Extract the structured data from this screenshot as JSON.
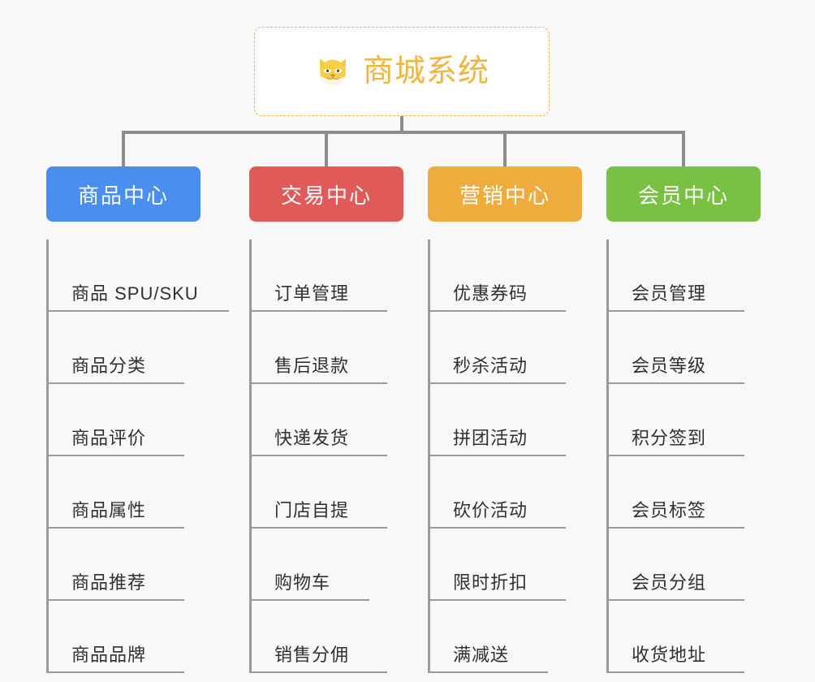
{
  "root": {
    "title": "商城系统",
    "icon": "shiba-dog-face-emoji",
    "border_color": "#e8b84a",
    "text_color": "#f0b53e"
  },
  "connector_color": "#8c8c8c",
  "background_color": "#f8f8f8",
  "branches": [
    {
      "label": "商品中心",
      "color": "#4a8ef0",
      "color_name": "blue",
      "items": [
        "商品 SPU/SKU",
        "商品分类",
        "商品评价",
        "商品属性",
        "商品推荐",
        "商品品牌"
      ]
    },
    {
      "label": "交易中心",
      "color": "#e15a5a",
      "color_name": "red",
      "items": [
        "订单管理",
        "售后退款",
        "快递发货",
        "门店自提",
        "购物车",
        "销售分佣"
      ]
    },
    {
      "label": "营销中心",
      "color": "#eeac3d",
      "color_name": "orange",
      "items": [
        "优惠券码",
        "秒杀活动",
        "拼团活动",
        "砍价活动",
        "限时折扣",
        "满减送"
      ]
    },
    {
      "label": "会员中心",
      "color": "#7ac143",
      "color_name": "green",
      "items": [
        "会员管理",
        "会员等级",
        "积分签到",
        "会员标签",
        "会员分组",
        "收货地址"
      ]
    }
  ]
}
